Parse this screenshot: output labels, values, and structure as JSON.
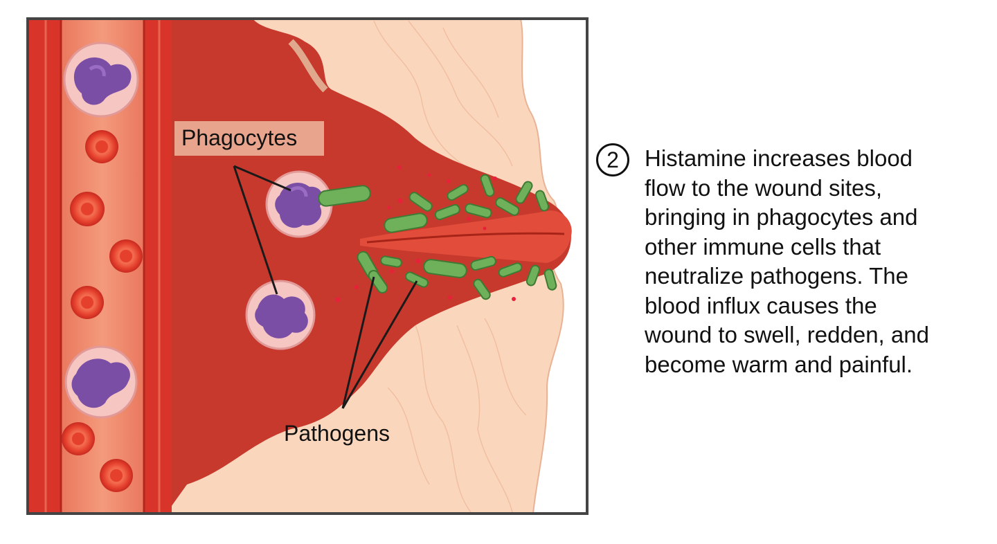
{
  "labels": {
    "phagocytes": "Phagocytes",
    "pathogens": "Pathogens"
  },
  "step": {
    "number": "2",
    "lines": [
      "Histamine increases blood",
      "flow to the wound sites,",
      "bringing in phagocytes and",
      "other immune cells that",
      "neutralize pathogens. The",
      "blood influx causes the",
      "wound to swell, redden, and",
      "become warm and painful."
    ]
  },
  "colors": {
    "frame": "#444444",
    "vessel": "#d9342b",
    "vessel_inner": "#f0836a",
    "blood_pool": "#c93a2e",
    "tissue": "#f8d3b5",
    "skin": "#fbdcc2",
    "pathogen": "#6fb05a",
    "nucleus": "#7b4ea6",
    "cell_body": "#f4c2c2",
    "label_bg": "#e8a48c"
  }
}
